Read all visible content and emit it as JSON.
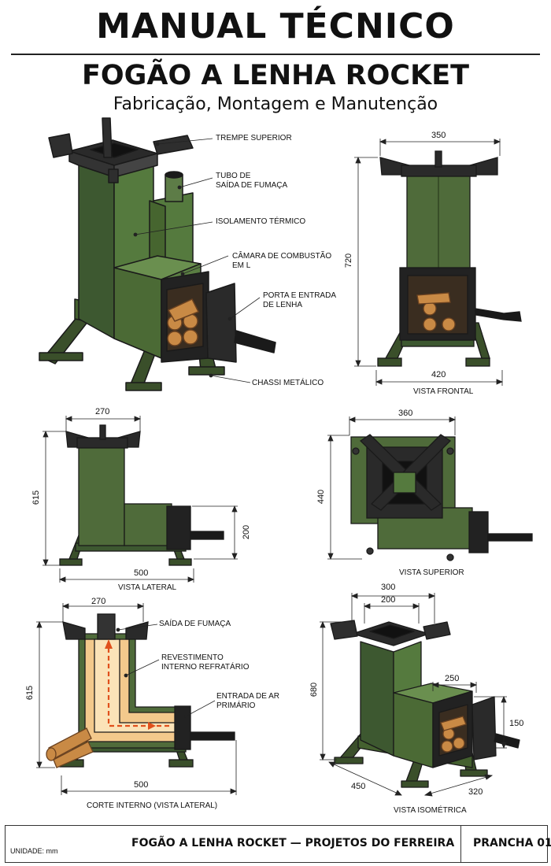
{
  "header": {
    "title": "MANUAL TÉCNICO",
    "subtitle": "FOGÃO A LENHA ROCKET",
    "tagline": "Fabricação, Montagem e Manutenção"
  },
  "main_view": {
    "labels": {
      "trempe": "TREMPE SUPERIOR",
      "tubo_1": "TUBO DE",
      "tubo_2": "SAÍDA DE FUMAÇA",
      "isolamento": "ISOLAMENTO TÉRMICO",
      "camara_1": "CÂMARA DE COMBUSTÃO",
      "camara_2": "EM L",
      "porta_1": "PORTA E ENTRADA",
      "porta_2": "DE LENHA",
      "chassi": "CHASSI METÁLICO"
    }
  },
  "vista_frontal": {
    "caption": "VISTA FRONTAL",
    "dim_top": "350",
    "dim_height": "720",
    "dim_bottom": "420"
  },
  "vista_lateral": {
    "caption": "VISTA LATERAL",
    "dim_top": "270",
    "dim_height": "615",
    "dim_right": "200",
    "dim_bottom": "500"
  },
  "vista_superior": {
    "caption": "VISTA SUPERIOR",
    "dim_top": "360",
    "dim_height": "440"
  },
  "corte_interno": {
    "caption": "CORTE INTERNO (VISTA LATERAL)",
    "dim_top": "270",
    "dim_height": "615",
    "dim_bottom": "500",
    "labels": {
      "saida": "SAÍDA DE FUMAÇA",
      "revest_1": "REVESTIMENTO",
      "revest_2": "INTERNO REFRATÁRIO",
      "entrada_1": "ENTRADA DE AR",
      "entrada_2": "PRIMÁRIO"
    }
  },
  "vista_isometrica": {
    "caption": "VISTA ISOMÉTRICA",
    "dim_300": "300",
    "dim_200": "200",
    "dim_680": "680",
    "dim_250": "250",
    "dim_150": "150",
    "dim_450": "450",
    "dim_320": "320"
  },
  "footer": {
    "unit": "UNIDADE: mm",
    "project": "FOGÃO A LENHA ROCKET — PROJETOS DO FERREIRA",
    "sheet": "PRANCHA 01"
  },
  "colors": {
    "body_green": "#4f6b3a",
    "dark_green": "#3a4f2a",
    "steel": "#2a2a2a",
    "wood": "#c98a45",
    "refractory": "#f3c98c",
    "flame": "#e0501c"
  }
}
